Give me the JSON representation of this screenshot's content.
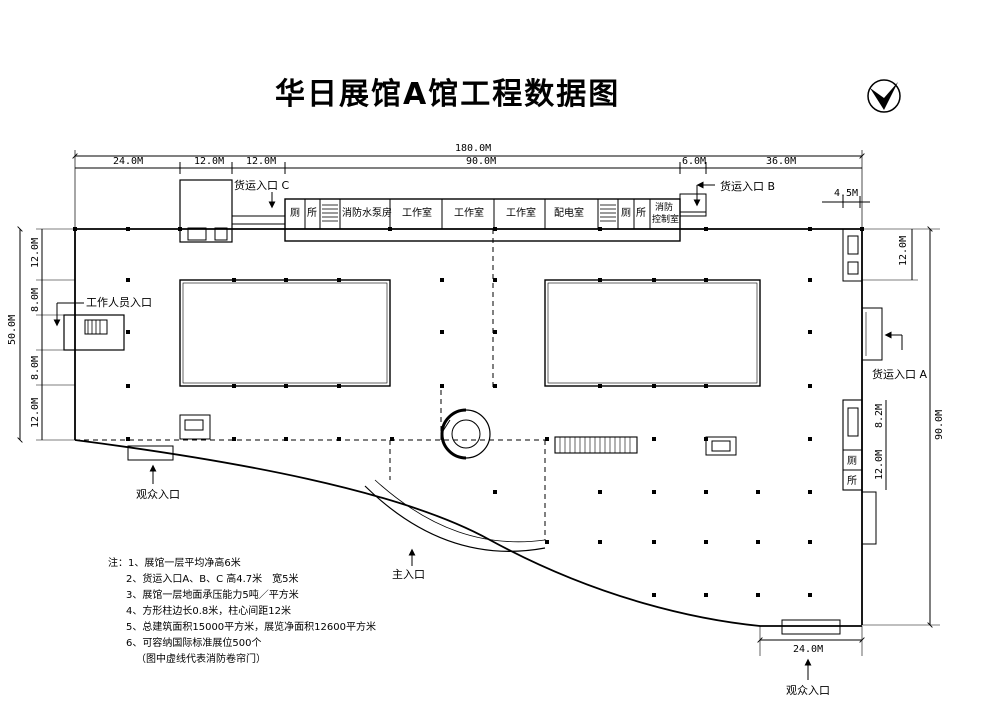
{
  "title": "华日展馆A馆工程数据图",
  "dimensions": {
    "total_width": "180.0M",
    "seg_left": "24.0M",
    "seg_c1": "12.0M",
    "seg_c2": "12.0M",
    "seg_mid": "90.0M",
    "seg_gap": "6.0M",
    "seg_right": "36.0M",
    "stair_width": "4.5M",
    "left_total": "50.0M",
    "left_1": "12.0M",
    "left_2": "8.0M",
    "left_3": "8.0M",
    "left_4": "12.0M",
    "right_total": "90.0M",
    "right_1": "12.0M",
    "right_2": "8.2M",
    "right_3": "12.0M",
    "bottom_entry": "24.0M"
  },
  "entrances": {
    "cargo_c": "货运入口 C",
    "cargo_b": "货运入口 B",
    "cargo_a": "货运入口 A",
    "staff": "工作人员入口",
    "audience_left": "观众入口",
    "main": "主入口",
    "audience_bottom": "观众入口"
  },
  "rooms": {
    "toilet_1a": "厕",
    "toilet_1b": "所",
    "pump": "消防水泵房",
    "work1": "工作室",
    "work2": "工作室",
    "work3": "工作室",
    "power": "配电室",
    "toilet_2a": "厕",
    "toilet_2b": "所",
    "fire_ctrl_1": "消防",
    "fire_ctrl_2": "控制室",
    "toilet_3a": "厕",
    "toilet_3b": "所"
  },
  "notes": [
    "注：1、展馆一层平均净高6米",
    "2、货运入口A、B、C 高4.7米　宽5米",
    "3、展馆一层地面承压能力5吨／平方米",
    "4、方形柱边长0.8米，柱心间距12米",
    "5、总建筑面积15000平方米，展览净面积12600平方米",
    "6、可容纳国际标准展位500个",
    "（图中虚线代表消防卷帘门）"
  ]
}
